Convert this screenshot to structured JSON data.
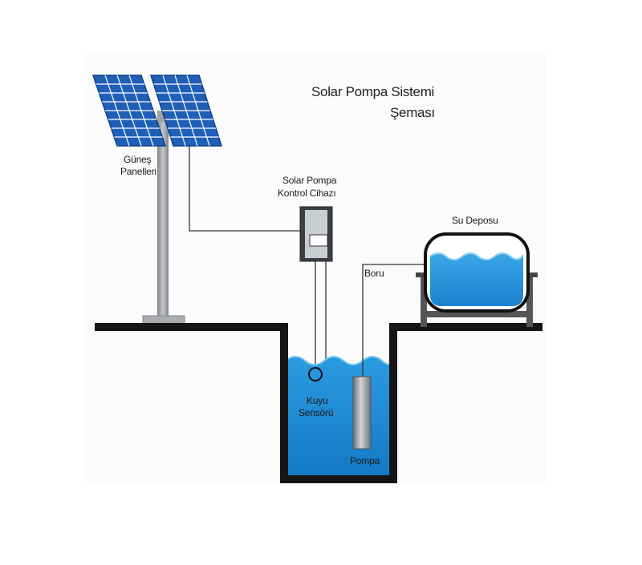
{
  "title": {
    "line1": "Solar Pompa Sistemi",
    "line2": "Şeması"
  },
  "labels": {
    "panels_line1": "Güneş",
    "panels_line2": "Panelleri",
    "controller_line1": "Solar Pompa",
    "controller_line2": "Kontrol Cihazı",
    "tank": "Su Deposu",
    "pipe": "Boru",
    "sensor_line1": "Kuyu",
    "sensor_line2": "Sensörü",
    "pump": "Pompa"
  },
  "colors": {
    "water": "#1e8fd6",
    "water_light": "#4fb3ea",
    "panel": "#1f5fb8",
    "panel_grid": "#ffffff",
    "pole": "#9ea2a6",
    "ground": "#151515",
    "line": "#333333"
  }
}
